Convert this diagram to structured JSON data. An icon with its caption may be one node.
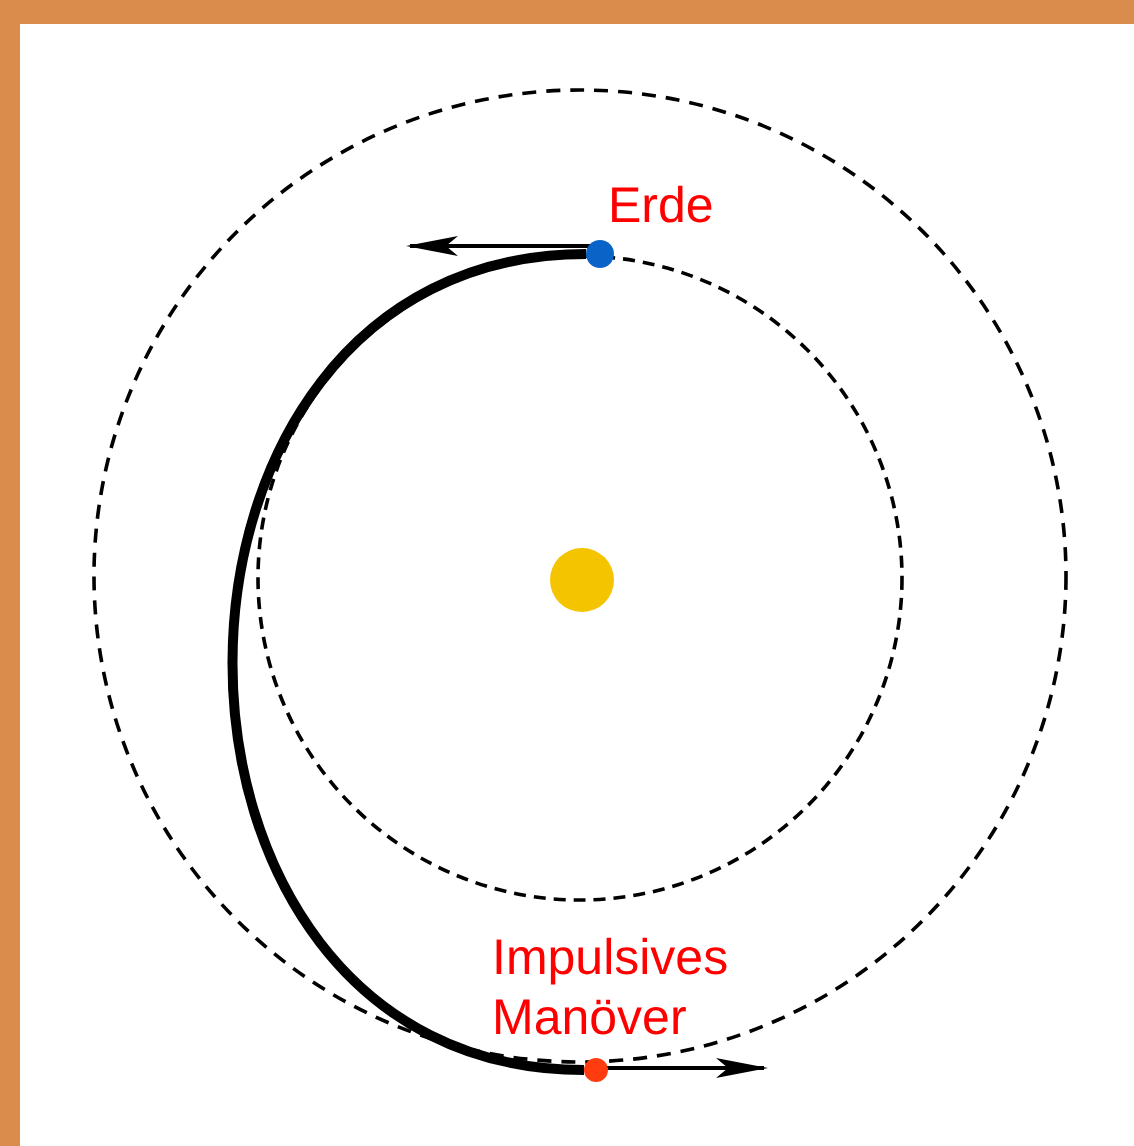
{
  "diagram": {
    "nodes": [
      {
        "text": [],
        "shape": "circle",
        "beside": [
          "Erde"
        ]
      },
      {
        "text": [],
        "shape": "circle"
      },
      {
        "text": [],
        "shape": "circle",
        "beside": [
          "Impulsives Manöver"
        ]
      }
    ],
    "edges": [
      {
        "from": 0,
        "to": 2,
        "arrow": "none"
      }
    ]
  }
}
